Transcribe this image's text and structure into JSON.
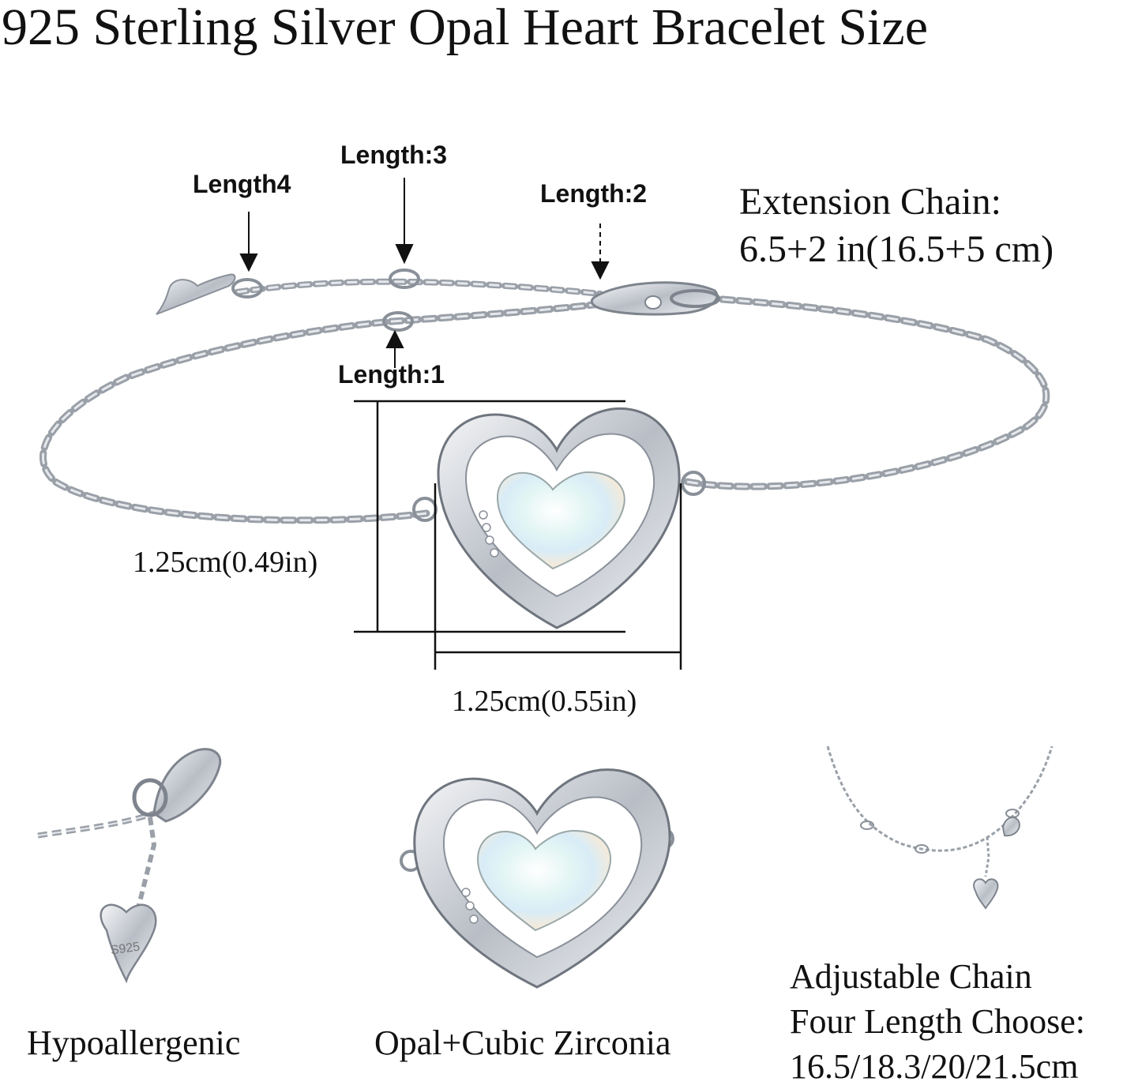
{
  "title": "925 Sterling Silver Opal Heart Bracelet Size",
  "length_labels": {
    "length4": "Length4",
    "length3": "Length:3",
    "length2": "Length:2",
    "length1": "Length:1"
  },
  "extension": {
    "line1": "Extension Chain:",
    "line2": "6.5+2 in(16.5+5 cm)"
  },
  "dimensions": {
    "height": "1.25cm(0.49in)",
    "width": "1.25cm(0.55in)"
  },
  "features": [
    {
      "caption": "Hypoallergenic",
      "stamp": "S925"
    },
    {
      "caption": "Opal+Cubic Zirconia"
    },
    {
      "lines": [
        "Adjustable Chain",
        "Four Length Choose:",
        "16.5/18.3/20/21.5cm"
      ]
    }
  ],
  "colors": {
    "silver": "#c8ccd2",
    "silver_dark": "#8a9099",
    "opal": "#dff3f2",
    "text": "#111111"
  }
}
